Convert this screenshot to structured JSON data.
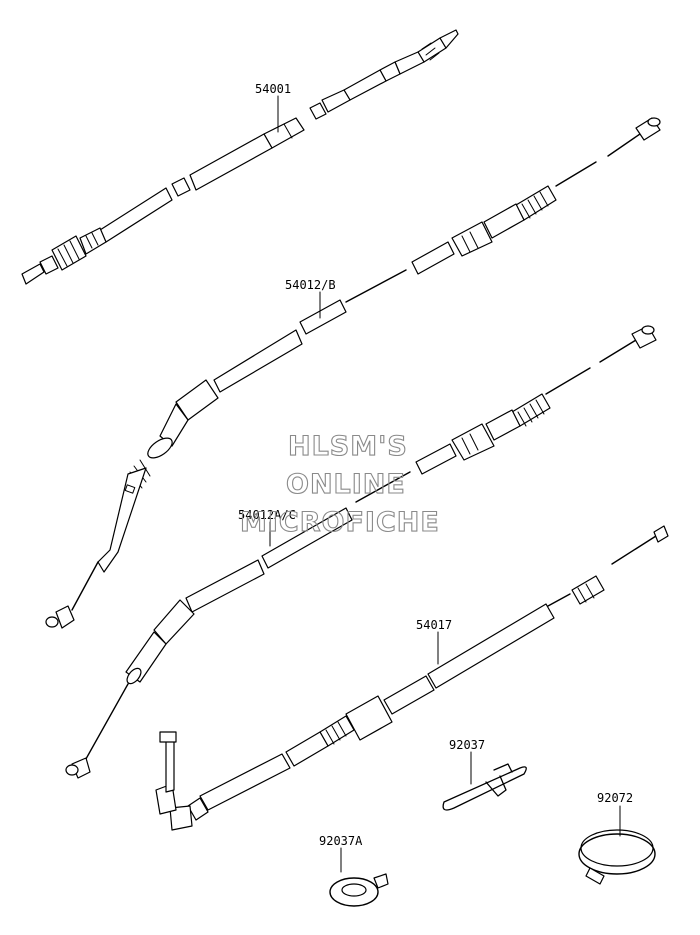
{
  "parts": [
    {
      "id": "cable-54001",
      "label": "54001"
    },
    {
      "id": "cable-54012b",
      "label": "54012/B"
    },
    {
      "id": "cable-54012ac",
      "label": "54012A/C"
    },
    {
      "id": "cable-54017",
      "label": "54017"
    },
    {
      "id": "clamp-92037",
      "label": "92037"
    },
    {
      "id": "clamp-92072",
      "label": "92072"
    },
    {
      "id": "clamp-92037a",
      "label": "92037A"
    }
  ],
  "watermark": {
    "line1": "HLSM'S",
    "line2": "ONLINE",
    "line3": "MICROFICHE"
  }
}
